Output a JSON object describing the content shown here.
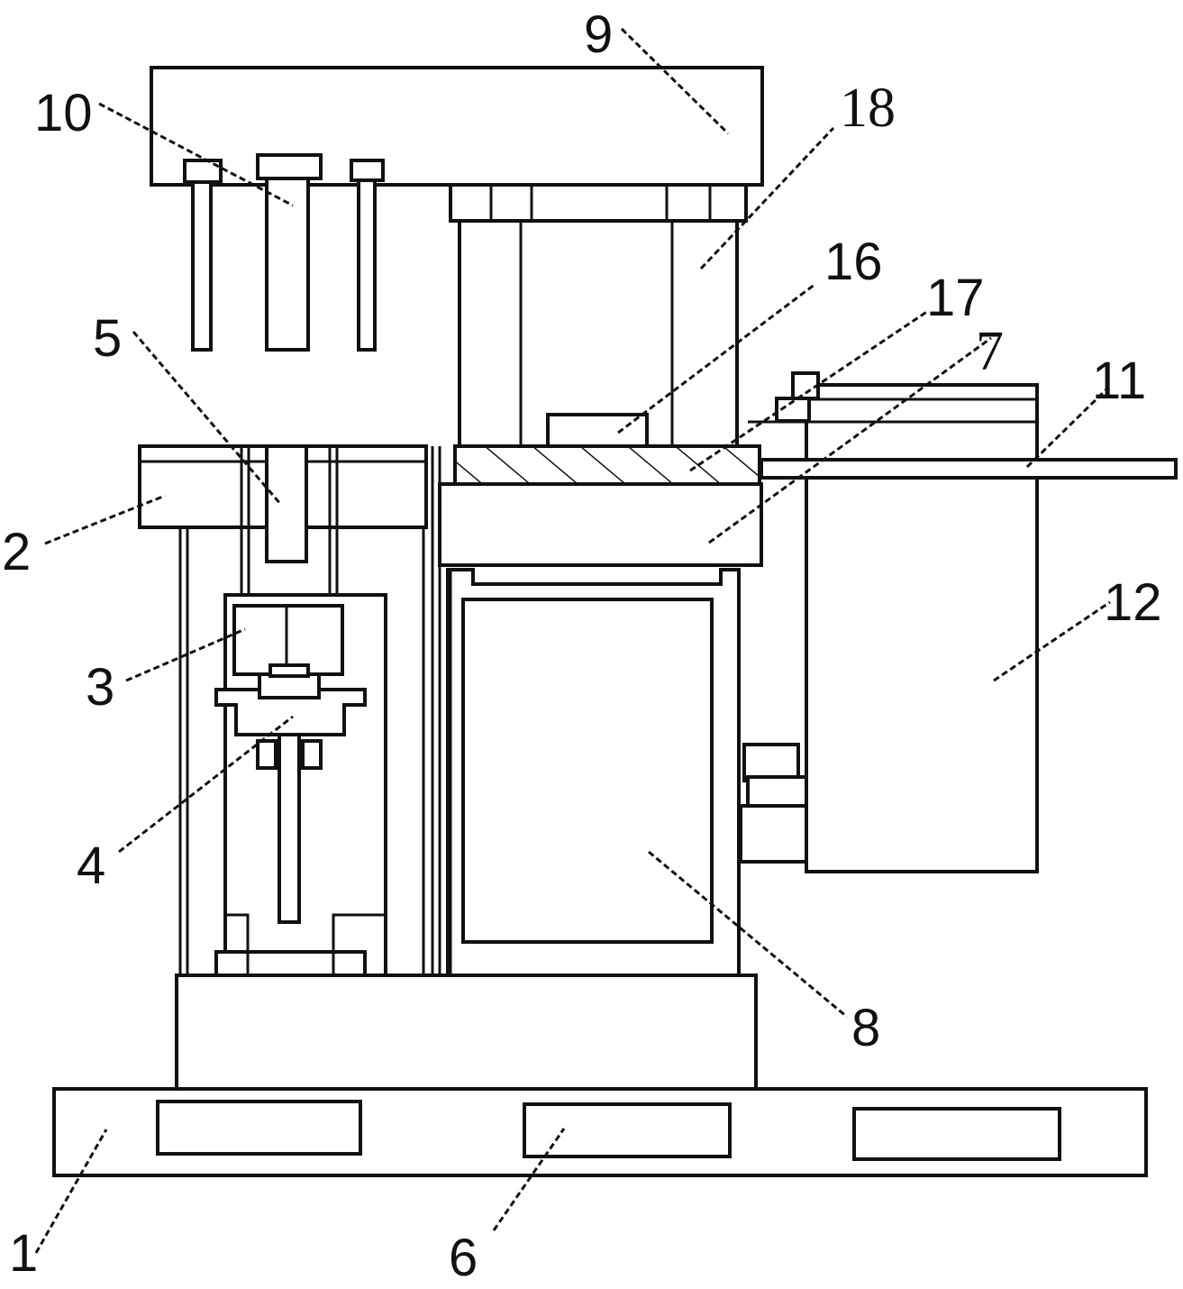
{
  "diagram": {
    "labels": [
      {
        "id": "base-plate",
        "text": "1"
      },
      {
        "id": "upper-table",
        "text": "2"
      },
      {
        "id": "clamp-block",
        "text": "3"
      },
      {
        "id": "lead-screw",
        "text": "4"
      },
      {
        "id": "guide-post",
        "text": "5"
      },
      {
        "id": "foot-slot",
        "text": "6"
      },
      {
        "id": "work-table",
        "text": "7"
      },
      {
        "id": "main-housing",
        "text": "8"
      },
      {
        "id": "top-beam",
        "text": "9"
      },
      {
        "id": "punch-pins",
        "text": "10"
      },
      {
        "id": "feed-rail",
        "text": "11"
      },
      {
        "id": "side-cabinet",
        "text": "12"
      },
      {
        "id": "pressure-pad",
        "text": "16"
      },
      {
        "id": "hatched-plate",
        "text": "17"
      },
      {
        "id": "press-cylinder",
        "text": "18"
      }
    ]
  }
}
